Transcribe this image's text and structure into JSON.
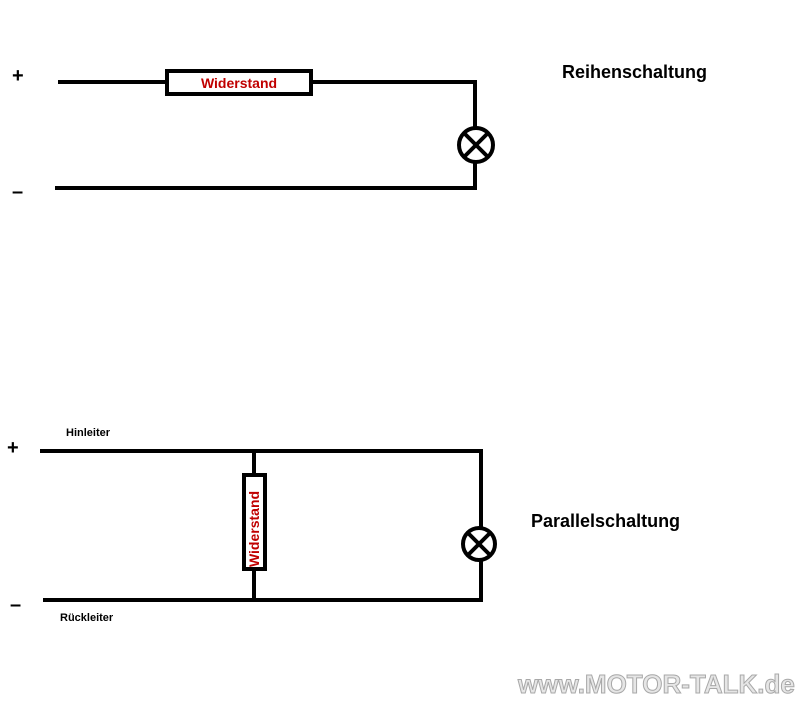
{
  "series_circuit": {
    "title": "Reihenschaltung",
    "plus": "+",
    "minus": "–",
    "resistor_label": "Widerstand",
    "lamp_icon": "lamp-icon"
  },
  "parallel_circuit": {
    "title": "Parallelschaltung",
    "plus": "+",
    "minus": "–",
    "supply_line_label": "Hinleiter",
    "return_line_label": "Rückleiter",
    "resistor_label": "Widerstand",
    "lamp_icon": "lamp-icon"
  },
  "watermark": "www.MOTOR-TALK.de",
  "colors": {
    "wire": "#000000",
    "resistor_label": "#c00000",
    "background": "#ffffff"
  }
}
